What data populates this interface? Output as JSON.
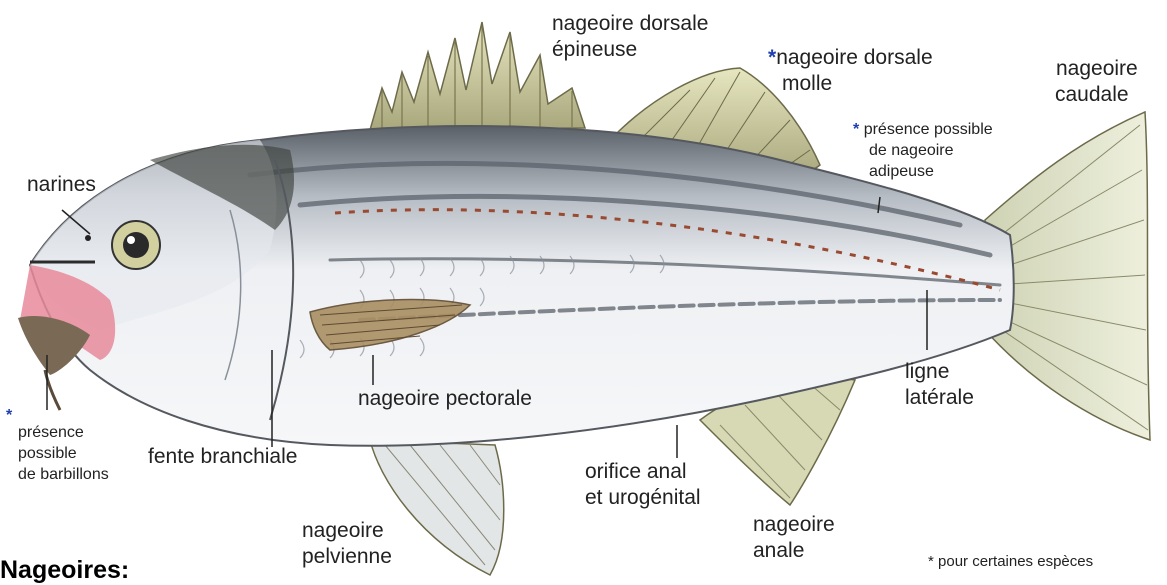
{
  "colors": {
    "body": "#e4e7ec",
    "back": "#8f96a0",
    "head_dark": "#3a3f3a",
    "fin": "#d9dcb0",
    "fin_ray": "#6d6a4a",
    "gill": "#e88a9a",
    "lateral_line": "#9a4a30",
    "stripe": "#5c636c",
    "label_star": "#1f3fb0"
  },
  "labels": {
    "dorsal_spiny": [
      "nageoire dorsale",
      "épineuse"
    ],
    "dorsal_soft_star": "*",
    "dorsal_soft": [
      "nageoire dorsale",
      "molle"
    ],
    "caudal": [
      "nageoire",
      "caudale"
    ],
    "adipose_star": "*",
    "adipose": [
      "présence possible",
      "de nageoire",
      "adipeuse"
    ],
    "nostrils": "narines",
    "pectoral": "nageoire pectorale",
    "lateral_line": [
      "ligne",
      "latérale"
    ],
    "barbels_star": "*",
    "barbels": [
      "présence",
      "possible",
      "de barbillons"
    ],
    "gill_slit": "fente branchiale",
    "anal_orifice": [
      "orifice anal",
      "et urogénital"
    ],
    "pelvic": [
      "nageoire",
      "pelvienne"
    ],
    "anal_fin": [
      "nageoire",
      "anale"
    ]
  },
  "heading": "Nageoires:",
  "footnote": "* pour certaines espèces"
}
